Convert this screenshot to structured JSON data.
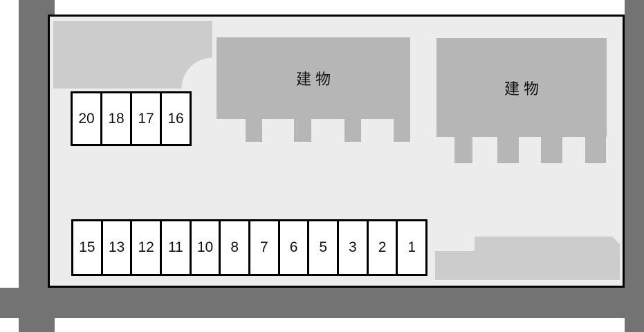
{
  "colors": {
    "road": "#737373",
    "site-bg": "#ececec",
    "building": "#b6b6b6",
    "area": "#cccccc",
    "stall-bg": "#ffffff",
    "line": "#000000",
    "text": "#111111"
  },
  "buildings": [
    {
      "label": "建物"
    },
    {
      "label": "建物"
    }
  ],
  "parking": {
    "top_row": [
      "20",
      "18",
      "17",
      "16"
    ],
    "bottom_row": [
      "15",
      "13",
      "12",
      "11",
      "10",
      "8",
      "7",
      "6",
      "5",
      "3",
      "2",
      "1"
    ]
  }
}
